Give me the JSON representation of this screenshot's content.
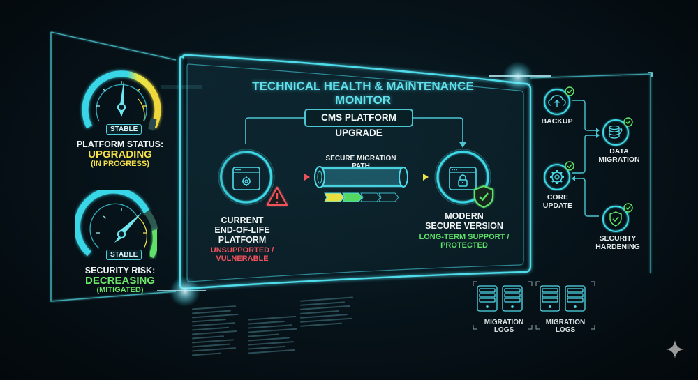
{
  "gauges": [
    {
      "id": "platform-status",
      "badge": "STABLE",
      "label": "PLATFORM STATUS:",
      "value": "UPGRADING",
      "sub": "(IN PROGRESS)",
      "value_color": "#f4e04a",
      "arc_colors": [
        "#38d6e6",
        "#f0e04a"
      ]
    },
    {
      "id": "security-risk",
      "badge": "STABLE",
      "label": "SECURITY RISK:",
      "value": "DECREASING",
      "sub": "(MITIGATED)",
      "value_color": "#6ee86a",
      "arc_colors": [
        "#38d6e6",
        "#5fe06a"
      ]
    }
  ],
  "main": {
    "title": "TECHNICAL HEALTH & MAINTENANCE MONITOR",
    "process_label": "CMS PLATFORM UPGRADE",
    "current": {
      "line1": "CURRENT",
      "line2": "END-OF-LIFE PLATFORM",
      "status": "UNSUPPORTED / VULNERABLE",
      "icon": "browser-gear-icon",
      "badge_icon": "warning-triangle-icon"
    },
    "migration": {
      "title": "SECURE MIGRATION PATH",
      "steps": [
        "complete-yellow",
        "complete-green",
        "pending",
        "pending"
      ]
    },
    "target": {
      "line1": "MODERN",
      "line2": "SECURE VERSION",
      "status": "LONG-TERM SUPPORT / PROTECTED",
      "icon": "browser-lock-icon",
      "badge_icon": "shield-check-icon"
    }
  },
  "workflow": {
    "nodes": [
      {
        "id": "backup",
        "label": "BACKUP",
        "icon": "cloud-upload-icon",
        "done": true
      },
      {
        "id": "data-migration",
        "label": "DATA MIGRATION",
        "icon": "database-icon",
        "done": true
      },
      {
        "id": "core-update",
        "label": "CORE UPDATE",
        "icon": "gear-icon",
        "done": true
      },
      {
        "id": "security-hardening",
        "label": "SECURITY\nHARDENING",
        "label_l1": "SECURITY",
        "label_l2": "HARDENING",
        "icon": "shield-check-icon",
        "done": true
      }
    ]
  },
  "logs": [
    {
      "label": "MIGRATION LOGS"
    },
    {
      "label": "MIGRATION LOGS"
    }
  ],
  "colors": {
    "accent": "#4fd8e6",
    "warning": "#f0525b",
    "success": "#5fe06a",
    "progress": "#f0e04a"
  }
}
